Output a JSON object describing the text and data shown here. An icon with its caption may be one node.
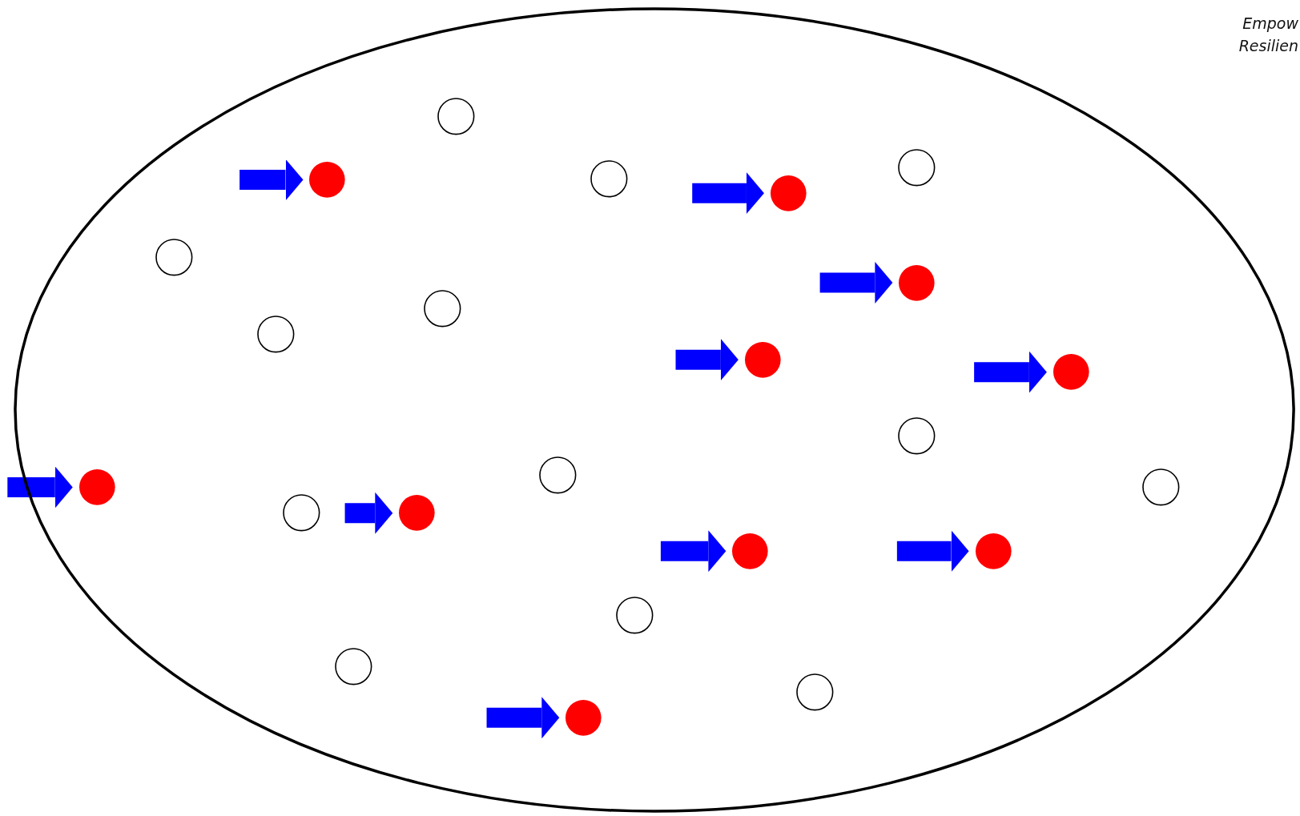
{
  "diagram": {
    "nodes": [
      {
        "text": [],
        "shape": "ellipse"
      },
      {
        "text": [],
        "shape": "circle",
        "in": 0
      },
      {
        "text": [],
        "shape": "circle",
        "in": 0
      },
      {
        "text": [],
        "shape": "circle",
        "in": 0
      },
      {
        "text": [],
        "shape": "circle",
        "in": 0
      },
      {
        "text": [],
        "shape": "circle",
        "in": 0
      },
      {
        "text": [],
        "shape": "circle",
        "in": 0
      },
      {
        "text": [],
        "shape": "circle",
        "in": 0
      },
      {
        "text": [],
        "shape": "circle",
        "in": 0
      },
      {
        "text": [],
        "shape": "circle",
        "in": 0
      },
      {
        "text": [],
        "shape": "circle",
        "in": 0
      },
      {
        "text": [],
        "shape": "circle",
        "in": 0
      },
      {
        "text": [],
        "shape": "circle",
        "in": 0
      },
      {
        "text": [],
        "shape": "circle",
        "in": 0
      },
      {
        "text": [],
        "shape": "circle",
        "in": 0
      },
      {
        "text": [],
        "shape": "circle",
        "in": 0
      },
      {
        "text": [],
        "shape": "circle",
        "in": 0
      },
      {
        "text": [],
        "shape": "circle",
        "in": 0
      },
      {
        "text": [],
        "shape": "circle",
        "in": 0
      },
      {
        "text": [],
        "shape": "circle",
        "in": 0
      },
      {
        "text": [],
        "shape": "circle",
        "in": 0
      },
      {
        "text": [],
        "shape": "circle",
        "in": 0
      },
      {
        "text": [],
        "shape": "circle",
        "in": 0
      },
      {
        "text": [],
        "shape": "circle",
        "in": 0
      }
    ],
    "edges": [
      {
        "from": null,
        "to": 4,
        "arrow": "to"
      },
      {
        "from": null,
        "to": 5,
        "arrow": "to"
      },
      {
        "from": null,
        "to": 7,
        "arrow": "to"
      },
      {
        "from": null,
        "to": 10,
        "arrow": "to"
      },
      {
        "from": null,
        "to": 11,
        "arrow": "to"
      },
      {
        "from": null,
        "to": 14,
        "arrow": "to"
      },
      {
        "from": null,
        "to": 17,
        "arrow": "to"
      },
      {
        "from": null,
        "to": 18,
        "arrow": "to"
      },
      {
        "from": null,
        "to": 19,
        "arrow": "to"
      },
      {
        "from": null,
        "to": 23,
        "arrow": "to"
      }
    ],
    "labels": [
      "Empow",
      "Resilien"
    ]
  }
}
